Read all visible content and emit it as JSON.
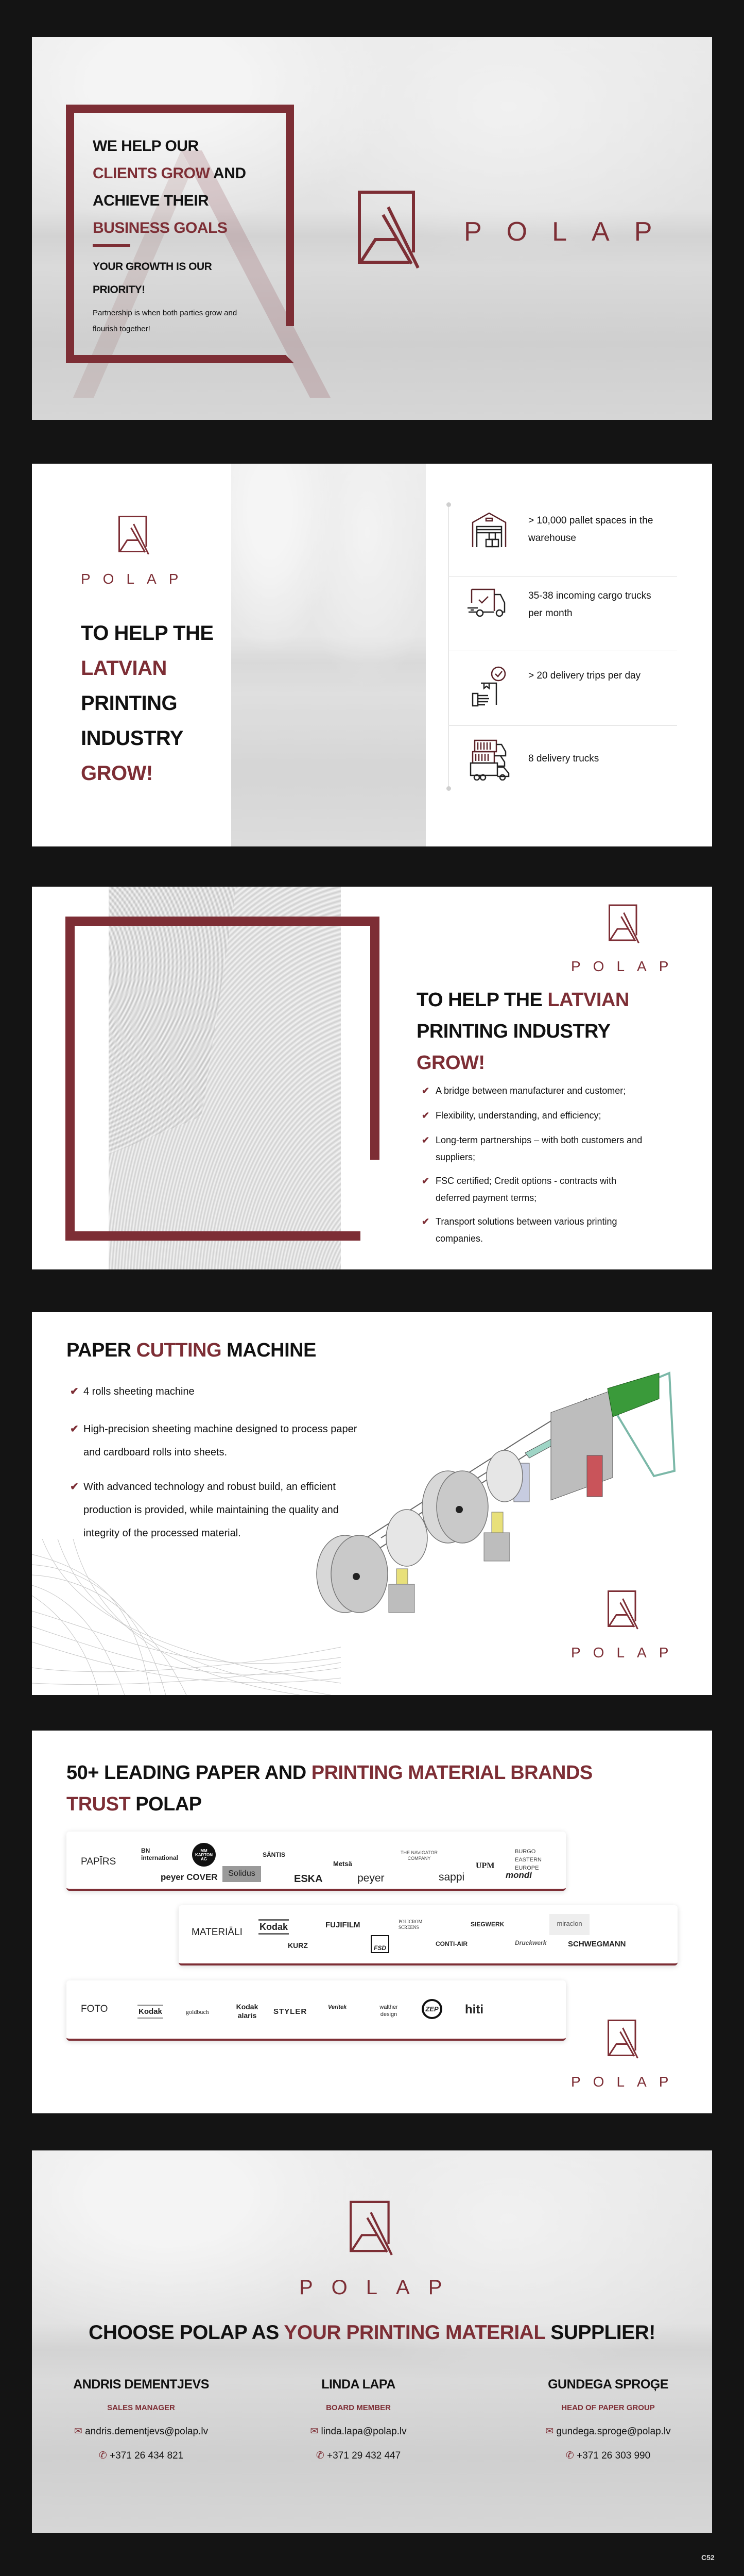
{
  "brand": {
    "name": "POLAP",
    "accent": "#7d2e35"
  },
  "slide1": {
    "l1": "WE HELP OUR",
    "l2a": "CLIENTS GROW",
    "l2b": " AND",
    "l3": "ACHIEVE THEIR",
    "l4": "BUSINESS GOALS",
    "sub1": "YOUR GROWTH IS OUR",
    "sub2": "PRIORITY!",
    "body": "Partnership is when both parties grow and flourish together!"
  },
  "slide2": {
    "h1": "TO HELP THE",
    "h2": "LATVIAN",
    "h3": "PRINTING",
    "h4": "INDUSTRY",
    "h5": "GROW!",
    "stats": [
      {
        "icon": "warehouse-icon",
        "text": "> 10,000 pallet spaces in the warehouse"
      },
      {
        "icon": "delivery-truck-check-icon",
        "text": "35-38 incoming cargo trucks per month"
      },
      {
        "icon": "package-delivered-icon",
        "text": "> 20 delivery trips per day"
      },
      {
        "icon": "truck-fleet-icon",
        "text": "8 delivery trucks"
      }
    ]
  },
  "slide3": {
    "h1a": "TO HELP THE ",
    "h1b": "LATVIAN",
    "h2": "PRINTING INDUSTRY",
    "h3": "GROW!",
    "bullets": [
      "A bridge between manufacturer and customer;",
      "Flexibility, understanding, and efficiency;",
      "Long-term partnerships – with both customers and suppliers;",
      "FSC certified; Credit options - contracts with deferred payment terms;",
      "Transport solutions between various printing companies."
    ]
  },
  "slide4": {
    "ta": "PAPER ",
    "tb": "CUTTING",
    "tc": " MACHINE",
    "bullets": [
      "4 rolls sheeting machine",
      "High-precision sheeting machine designed to process paper and cardboard rolls into sheets.",
      "With advanced technology and robust build, an efficient production is provided, while maintaining the quality and integrity of the processed material."
    ]
  },
  "slide5": {
    "ta": "50+ LEADING PAPER AND ",
    "tb": "PRINTING MATERIAL BRANDS",
    "tc": "TRUST",
    "td": " POLAP",
    "groups": [
      {
        "label": "PAPĪRS",
        "brands": [
          "BN international",
          "MM KARTON AG",
          "peyer COVER",
          "Solidus",
          "SÄNTIS",
          "ESKA",
          "Metsä",
          "peyer",
          "THE NAVIGATOR COMPANY",
          "sappi",
          "UPM",
          "BURGO EASTERN EUROPE",
          "mondi"
        ]
      },
      {
        "label": "MATERIĀLI",
        "brands": [
          "Kodak",
          "FUJIFILM",
          "POLICROM SCREENS",
          "SIEGWERK",
          "miraclon",
          "KURZ",
          "FSD",
          "CONTI-AIR",
          "Druckwerk",
          "SCHWEGMANN"
        ]
      },
      {
        "label": "FOTO",
        "brands": [
          "Kodak",
          "goldbuch",
          "Kodak alaris",
          "STYLER",
          "Veritek",
          "walther design",
          "ZEP",
          "hiti"
        ]
      }
    ]
  },
  "slide6": {
    "ha": "CHOOSE POLAP AS ",
    "hb": "YOUR PRINTING MATERIAL",
    "hc": " SUPPLIER!",
    "contacts": [
      {
        "name": "ANDRIS DEMENTJEVS",
        "role": "SALES MANAGER",
        "email": "andris.dementjevs@polap.lv",
        "phone": "+371 26 434 821"
      },
      {
        "name": "LINDA LAPA",
        "role": "BOARD MEMBER",
        "email": "linda.lapa@polap.lv",
        "phone": "+371 29 432 447"
      },
      {
        "name": "GUNDEGA SPROĢE",
        "role": "HEAD OF PAPER GROUP",
        "email": "gundega.sproge@polap.lv",
        "phone": "+371 26 303 990"
      }
    ]
  },
  "footer": {
    "code": "C52"
  }
}
